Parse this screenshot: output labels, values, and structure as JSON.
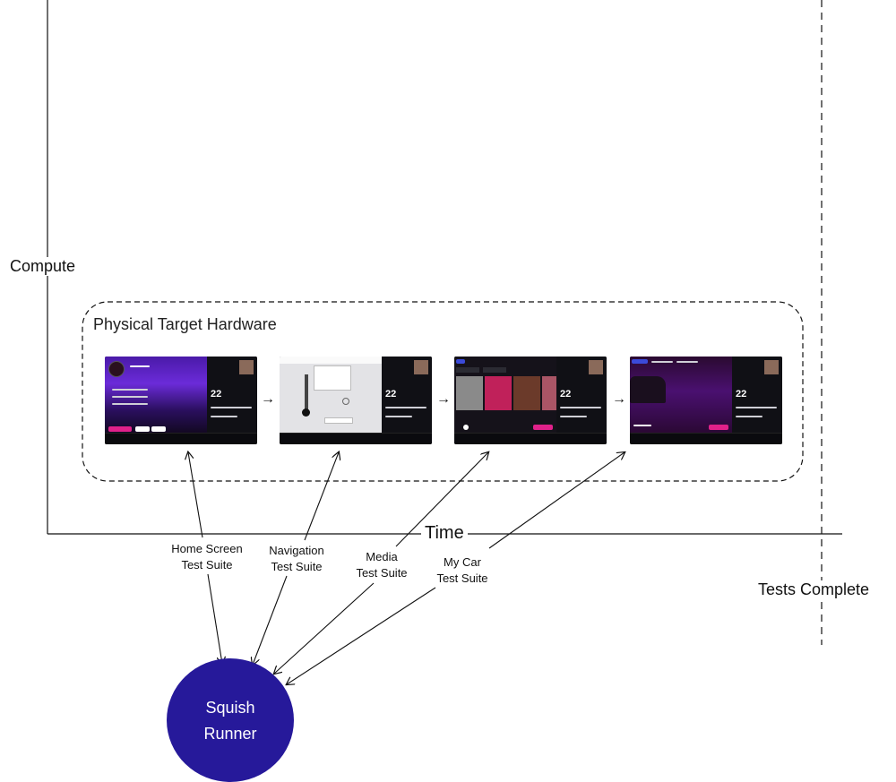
{
  "axes": {
    "y_label": "Compute",
    "x_label": "Time",
    "end_marker_label": "Tests Complete"
  },
  "hardware": {
    "title": "Physical Target Hardware",
    "screens": [
      {
        "name": "Home Screen",
        "accent": "#6b2bd9"
      },
      {
        "name": "Navigation",
        "accent": "#d9d9dd"
      },
      {
        "name": "Media",
        "accent": "#c0215a"
      },
      {
        "name": "My Car",
        "accent": "#4a1070"
      }
    ],
    "flow_arrow": "→",
    "weather_temp": "22"
  },
  "suites": [
    {
      "line1": "Home Screen",
      "line2": "Test Suite"
    },
    {
      "line1": "Navigation",
      "line2": "Test Suite"
    },
    {
      "line1": "Media",
      "line2": "Test Suite"
    },
    {
      "line1": "My Car",
      "line2": "Test Suite"
    }
  ],
  "runner": {
    "line1": "Squish",
    "line2": "Runner",
    "color": "#26199a"
  }
}
